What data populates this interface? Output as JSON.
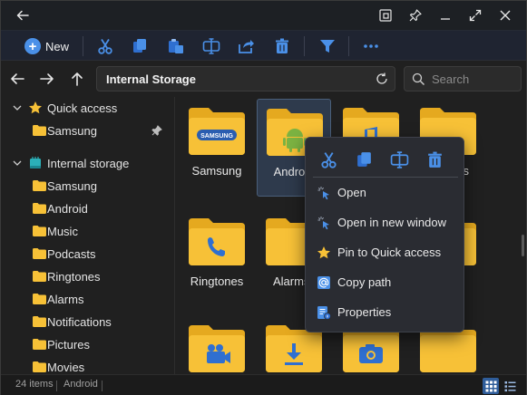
{
  "colors": {
    "accent": "#4a90e8",
    "folder": "#f7c137",
    "folder_dark": "#e5a91f"
  },
  "titlebar": {
    "back_icon": "arrow-left-icon",
    "buttons": [
      "compact-overlay-icon",
      "pin-icon",
      "minimize-icon",
      "maximize-icon",
      "close-icon"
    ]
  },
  "toolbar": {
    "new_label": "New",
    "actions": [
      "cut-icon",
      "copy-icon",
      "paste-icon",
      "rename-icon",
      "share-icon",
      "delete-icon",
      "filter-icon",
      "more-icon"
    ]
  },
  "nav": {
    "back_icon": "arrow-left-icon",
    "forward_icon": "arrow-right-icon",
    "up_icon": "arrow-up-icon",
    "path": "Internal Storage",
    "search_placeholder": "Search"
  },
  "sidebar": {
    "quick_access": {
      "label": "Quick access",
      "items": [
        {
          "label": "Samsung",
          "pinned": true
        }
      ]
    },
    "internal_storage": {
      "label": "Internal storage",
      "items": [
        {
          "label": "Samsung"
        },
        {
          "label": "Android"
        },
        {
          "label": "Music"
        },
        {
          "label": "Podcasts"
        },
        {
          "label": "Ringtones"
        },
        {
          "label": "Alarms"
        },
        {
          "label": "Notifications"
        },
        {
          "label": "Pictures"
        },
        {
          "label": "Movies"
        }
      ]
    }
  },
  "grid": {
    "folders": [
      {
        "name": "Samsung",
        "overlay": "samsung-logo"
      },
      {
        "name": "Android",
        "overlay": "android-robot-icon",
        "selected": true
      },
      {
        "name": "",
        "overlay": "music-note-icon"
      },
      {
        "name": "s",
        "overlay": "none"
      },
      {
        "name": "Ringtones",
        "overlay": "phone-icon"
      },
      {
        "name": "Alarms",
        "overlay": "none"
      },
      {
        "name": "",
        "overlay": "none"
      },
      {
        "name": "",
        "overlay": "none"
      },
      {
        "name": "",
        "overlay": "video-camera-icon"
      },
      {
        "name": "",
        "overlay": "download-icon"
      },
      {
        "name": "",
        "overlay": "camera-icon"
      },
      {
        "name": "",
        "overlay": "none"
      }
    ],
    "samsung_logo_text": "SAMSUNG"
  },
  "context_menu": {
    "quick_actions": [
      "cut-icon",
      "copy-icon",
      "rename-icon",
      "delete-icon"
    ],
    "items": [
      {
        "label": "Open",
        "icon": "cursor-click-icon"
      },
      {
        "label": "Open in new window",
        "icon": "cursor-click-icon"
      },
      {
        "label": "Pin to Quick access",
        "icon": "star-icon"
      },
      {
        "label": "Copy path",
        "icon": "at-sign-icon"
      },
      {
        "label": "Properties",
        "icon": "properties-icon"
      }
    ]
  },
  "status": {
    "item_count": "24 items",
    "location": "Android"
  }
}
